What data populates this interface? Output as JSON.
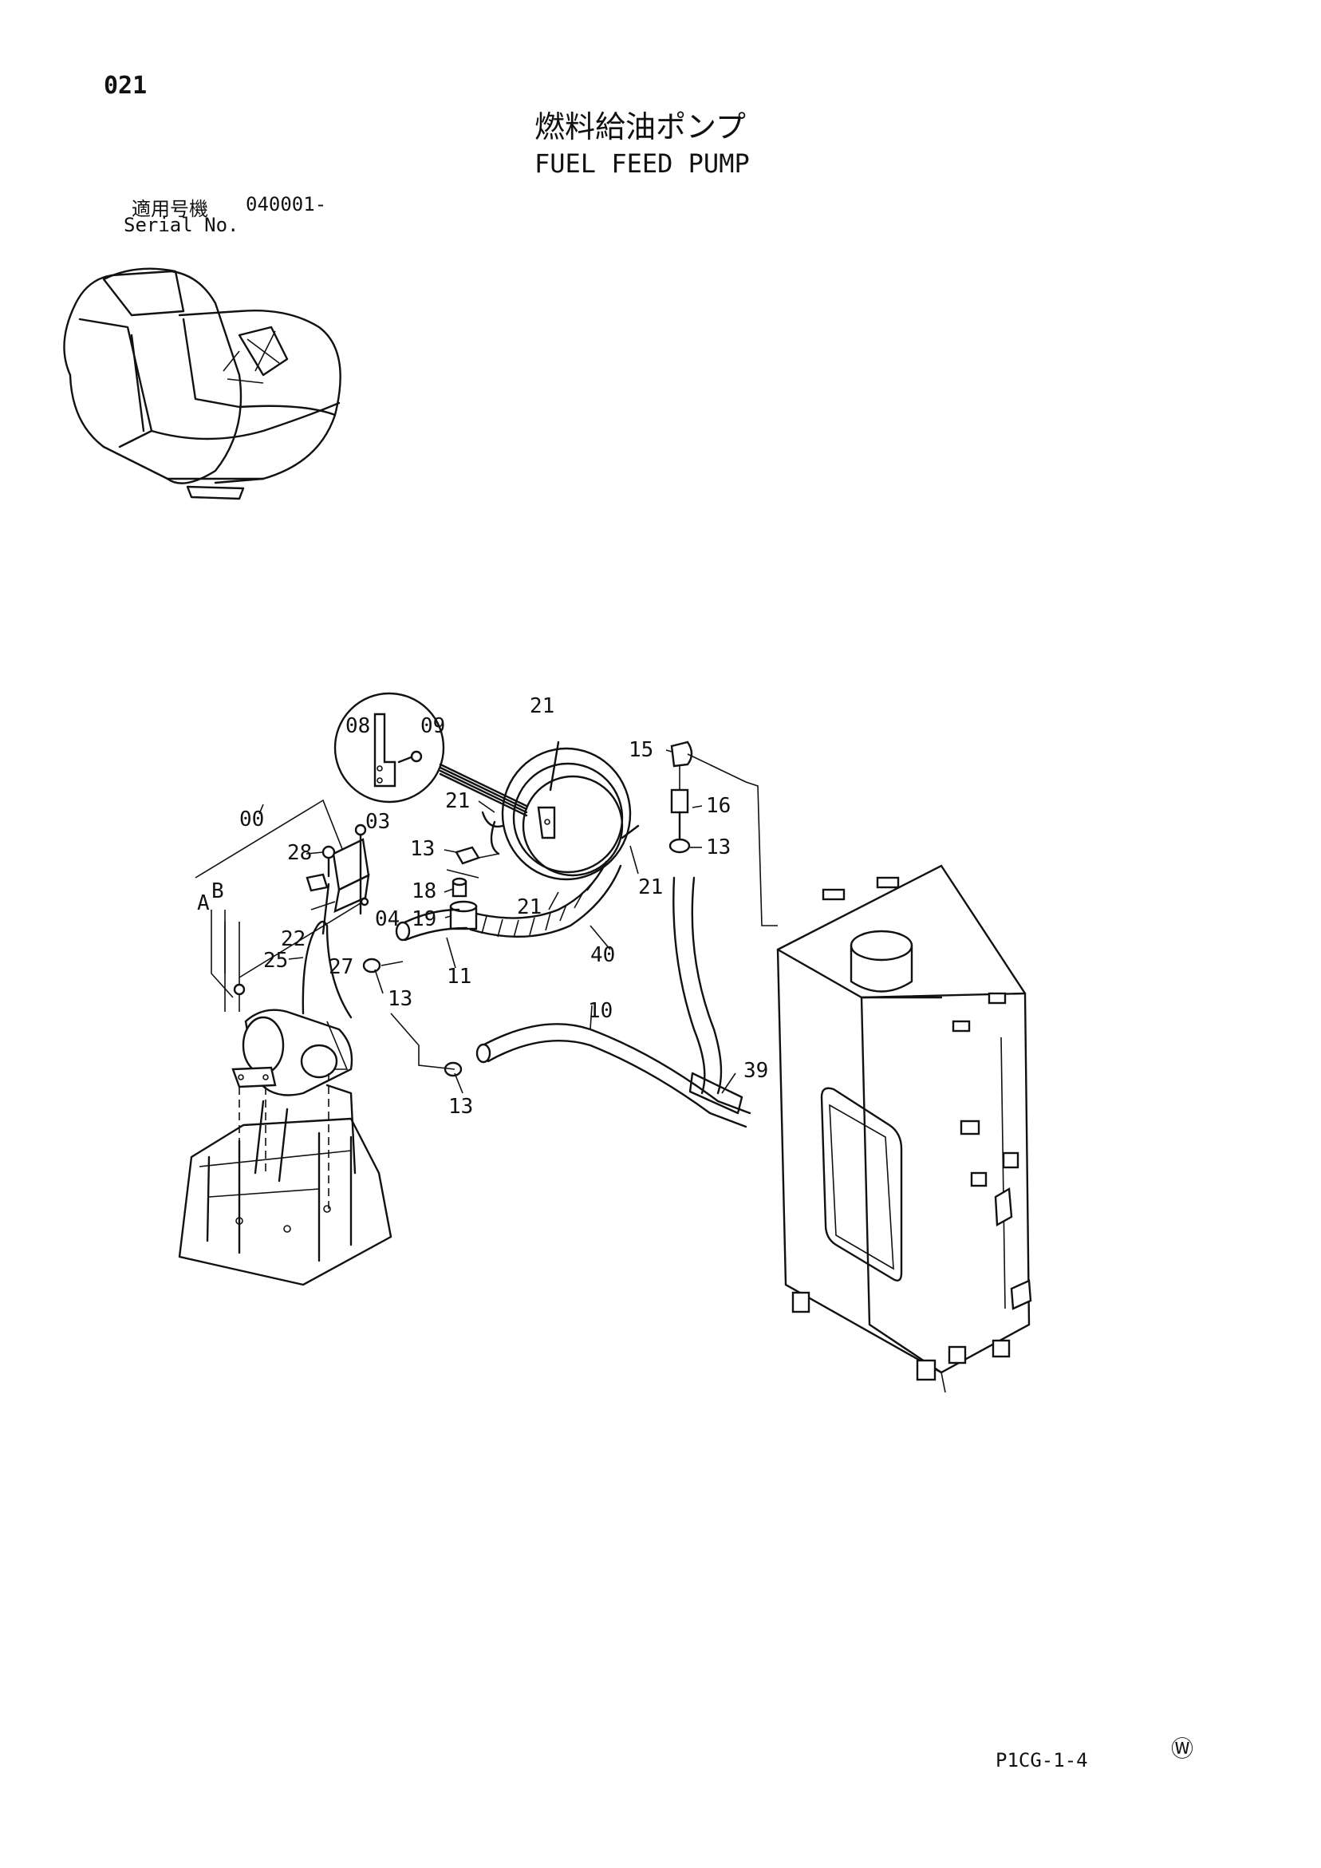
{
  "page_number": "021",
  "title_jp": "燃料給油ポンプ",
  "title_en": "FUEL FEED PUMP",
  "serial": {
    "label_jp": "適用号機",
    "label_en": "Serial No.",
    "value": "040001-"
  },
  "callouts": {
    "c00": "00",
    "c03": "03",
    "c04": "04",
    "c08": "08",
    "c09": "09",
    "c10": "10",
    "c11": "11",
    "c13a": "13",
    "c13b": "13",
    "c13c": "13",
    "c13d": "13",
    "c15": "15",
    "c16": "16",
    "c18": "18",
    "c19": "19",
    "c21a": "21",
    "c21b": "21",
    "c21c": "21",
    "c21d": "21",
    "c22": "22",
    "c25": "25",
    "c27": "27",
    "c28": "28",
    "c39": "39",
    "c40": "40",
    "cA": "A",
    "cB": "B"
  },
  "footer_code": "P1CG-1-4",
  "footer_mark": "Ⓦ"
}
